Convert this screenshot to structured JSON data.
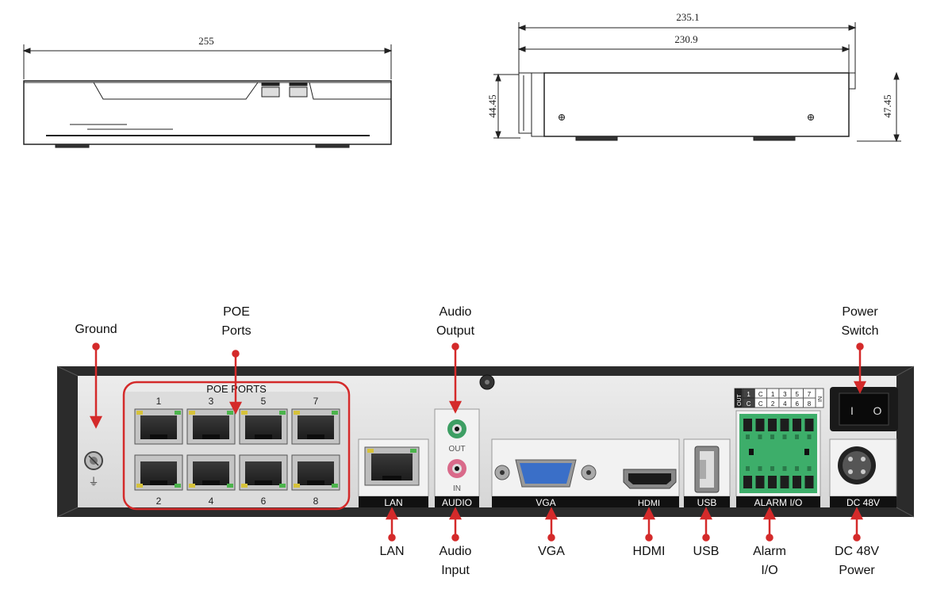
{
  "front_view": {
    "width_label": "255"
  },
  "side_view": {
    "overall_depth_label": "235.1",
    "body_depth_label": "230.9",
    "front_height_label": "44.45",
    "rear_height_label": "47.45"
  },
  "rear_panel": {
    "poe_title": "POE PORTS",
    "poe_top_numbers": [
      "1",
      "3",
      "5",
      "7"
    ],
    "poe_bottom_numbers": [
      "2",
      "4",
      "6",
      "8"
    ],
    "audio_out_text": "OUT",
    "audio_in_text": "IN",
    "alarm_header_out": "OUT",
    "alarm_header_row1": [
      "1",
      "C",
      "1",
      "3",
      "5",
      "7"
    ],
    "alarm_header_row2": [
      "C",
      "C",
      "2",
      "4",
      "6",
      "8"
    ],
    "alarm_header_in": "IN",
    "ground_symbol": "⏚",
    "switch_symbols": [
      "I",
      "O"
    ],
    "strip_labels": {
      "lan": "LAN",
      "audio": "AUDIO",
      "vga": "VGA",
      "hdmi": "HDMI",
      "usb": "USB",
      "alarm": "ALARM I/O",
      "dc": "DC 48V"
    }
  },
  "callouts": {
    "ground": "Ground",
    "poe_ports": "POE\nPorts",
    "audio_output": "Audio\nOutput",
    "power_switch": "Power\nSwitch",
    "lan": "LAN",
    "audio_input": "Audio\nInput",
    "vga": "VGA",
    "hdmi": "HDMI",
    "usb": "USB",
    "alarm_io": "Alarm\nI/O",
    "dc_power": "DC 48V\nPower"
  },
  "colors": {
    "callout_red": "#d42a2a",
    "panel_dark": "#2b2b2b",
    "panel_face": "#e4e4e4",
    "alarm_green": "#3dae6a",
    "vga_blue": "#3a6fc8"
  }
}
